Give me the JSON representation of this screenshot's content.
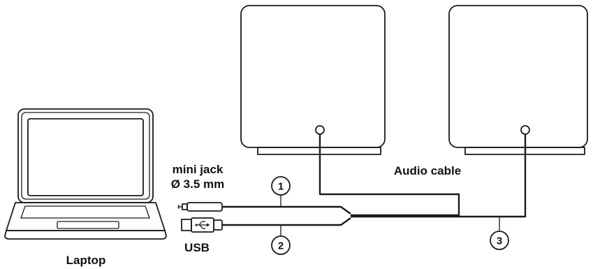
{
  "labels": {
    "laptop": "Laptop",
    "mini_jack_line1": "mini jack",
    "mini_jack_line2": "Ø 3.5 mm",
    "usb": "USB",
    "audio_cable": "Audio cable"
  },
  "callouts": {
    "one": "1",
    "two": "2",
    "three": "3"
  },
  "icons": {
    "laptop": "laptop-icon",
    "speaker_left": "speaker-icon",
    "speaker_right": "speaker-icon",
    "mini_jack_plug": "mini-jack-plug-icon",
    "usb_plug": "usb-plug-icon",
    "usb_symbol": "usb-symbol-icon"
  },
  "colors": {
    "line": "#1a1a1a",
    "background": "#ffffff"
  }
}
